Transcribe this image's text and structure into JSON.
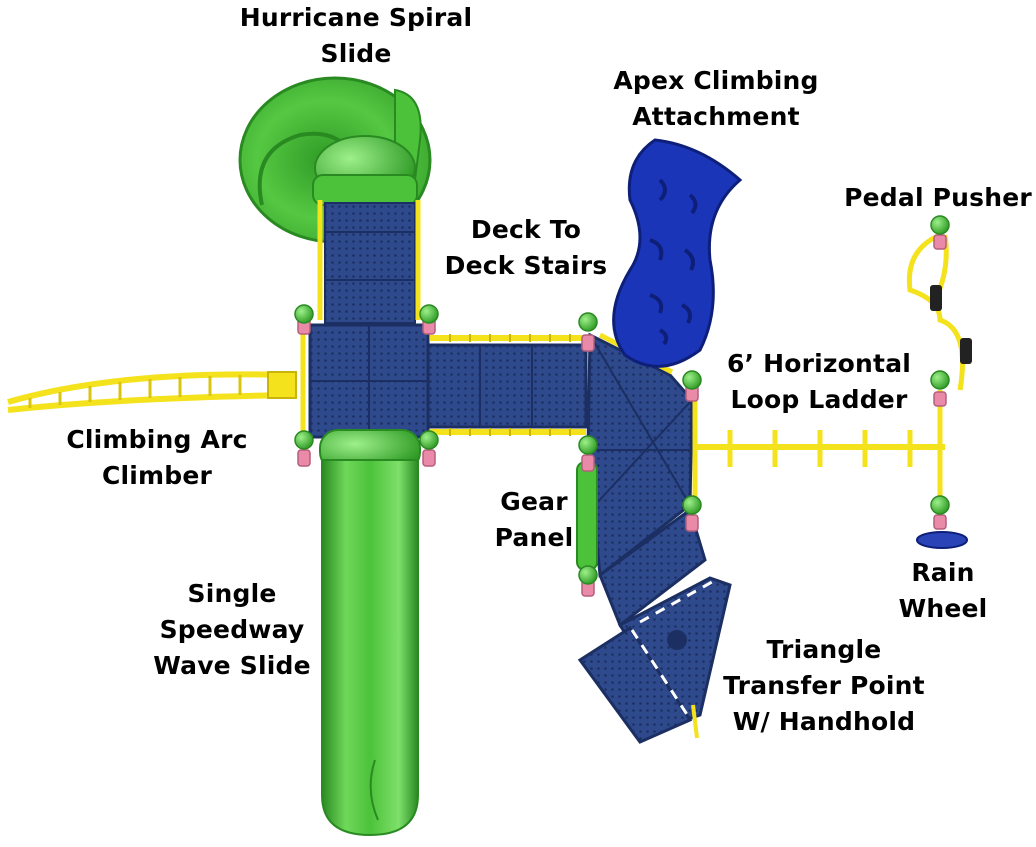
{
  "labels": {
    "hurricane_spiral_slide": [
      "Hurricane Spiral",
      "Slide"
    ],
    "apex_climbing_attachment": [
      "Apex Climbing",
      "Attachment"
    ],
    "deck_to_deck_stairs": [
      "Deck To",
      "Deck Stairs"
    ],
    "pedal_pusher": [
      "Pedal Pusher"
    ],
    "horizontal_loop_ladder": [
      "6’ Horizontal",
      "Loop Ladder"
    ],
    "climbing_arc_climber": [
      "Climbing Arc",
      "Climber"
    ],
    "gear_panel": [
      "Gear",
      "Panel"
    ],
    "rain_wheel": [
      "Rain",
      "Wheel"
    ],
    "single_speedway_wave_slide": [
      "Single",
      "Speedway",
      "Wave Slide"
    ],
    "triangle_transfer_point": [
      "Triangle",
      "Transfer Point",
      "W/ Handhold"
    ]
  },
  "colors": {
    "deck_blue": "#2e4a8c",
    "deck_blue_dark": "#1c2f63",
    "slide_green": "#4cc23a",
    "slide_green_dark": "#2a8a22",
    "rail_yellow": "#f4e21c",
    "post_pink": "#e98aa8",
    "apex_blue": "#1b35b8",
    "post_cap_green": "#49b83c"
  }
}
